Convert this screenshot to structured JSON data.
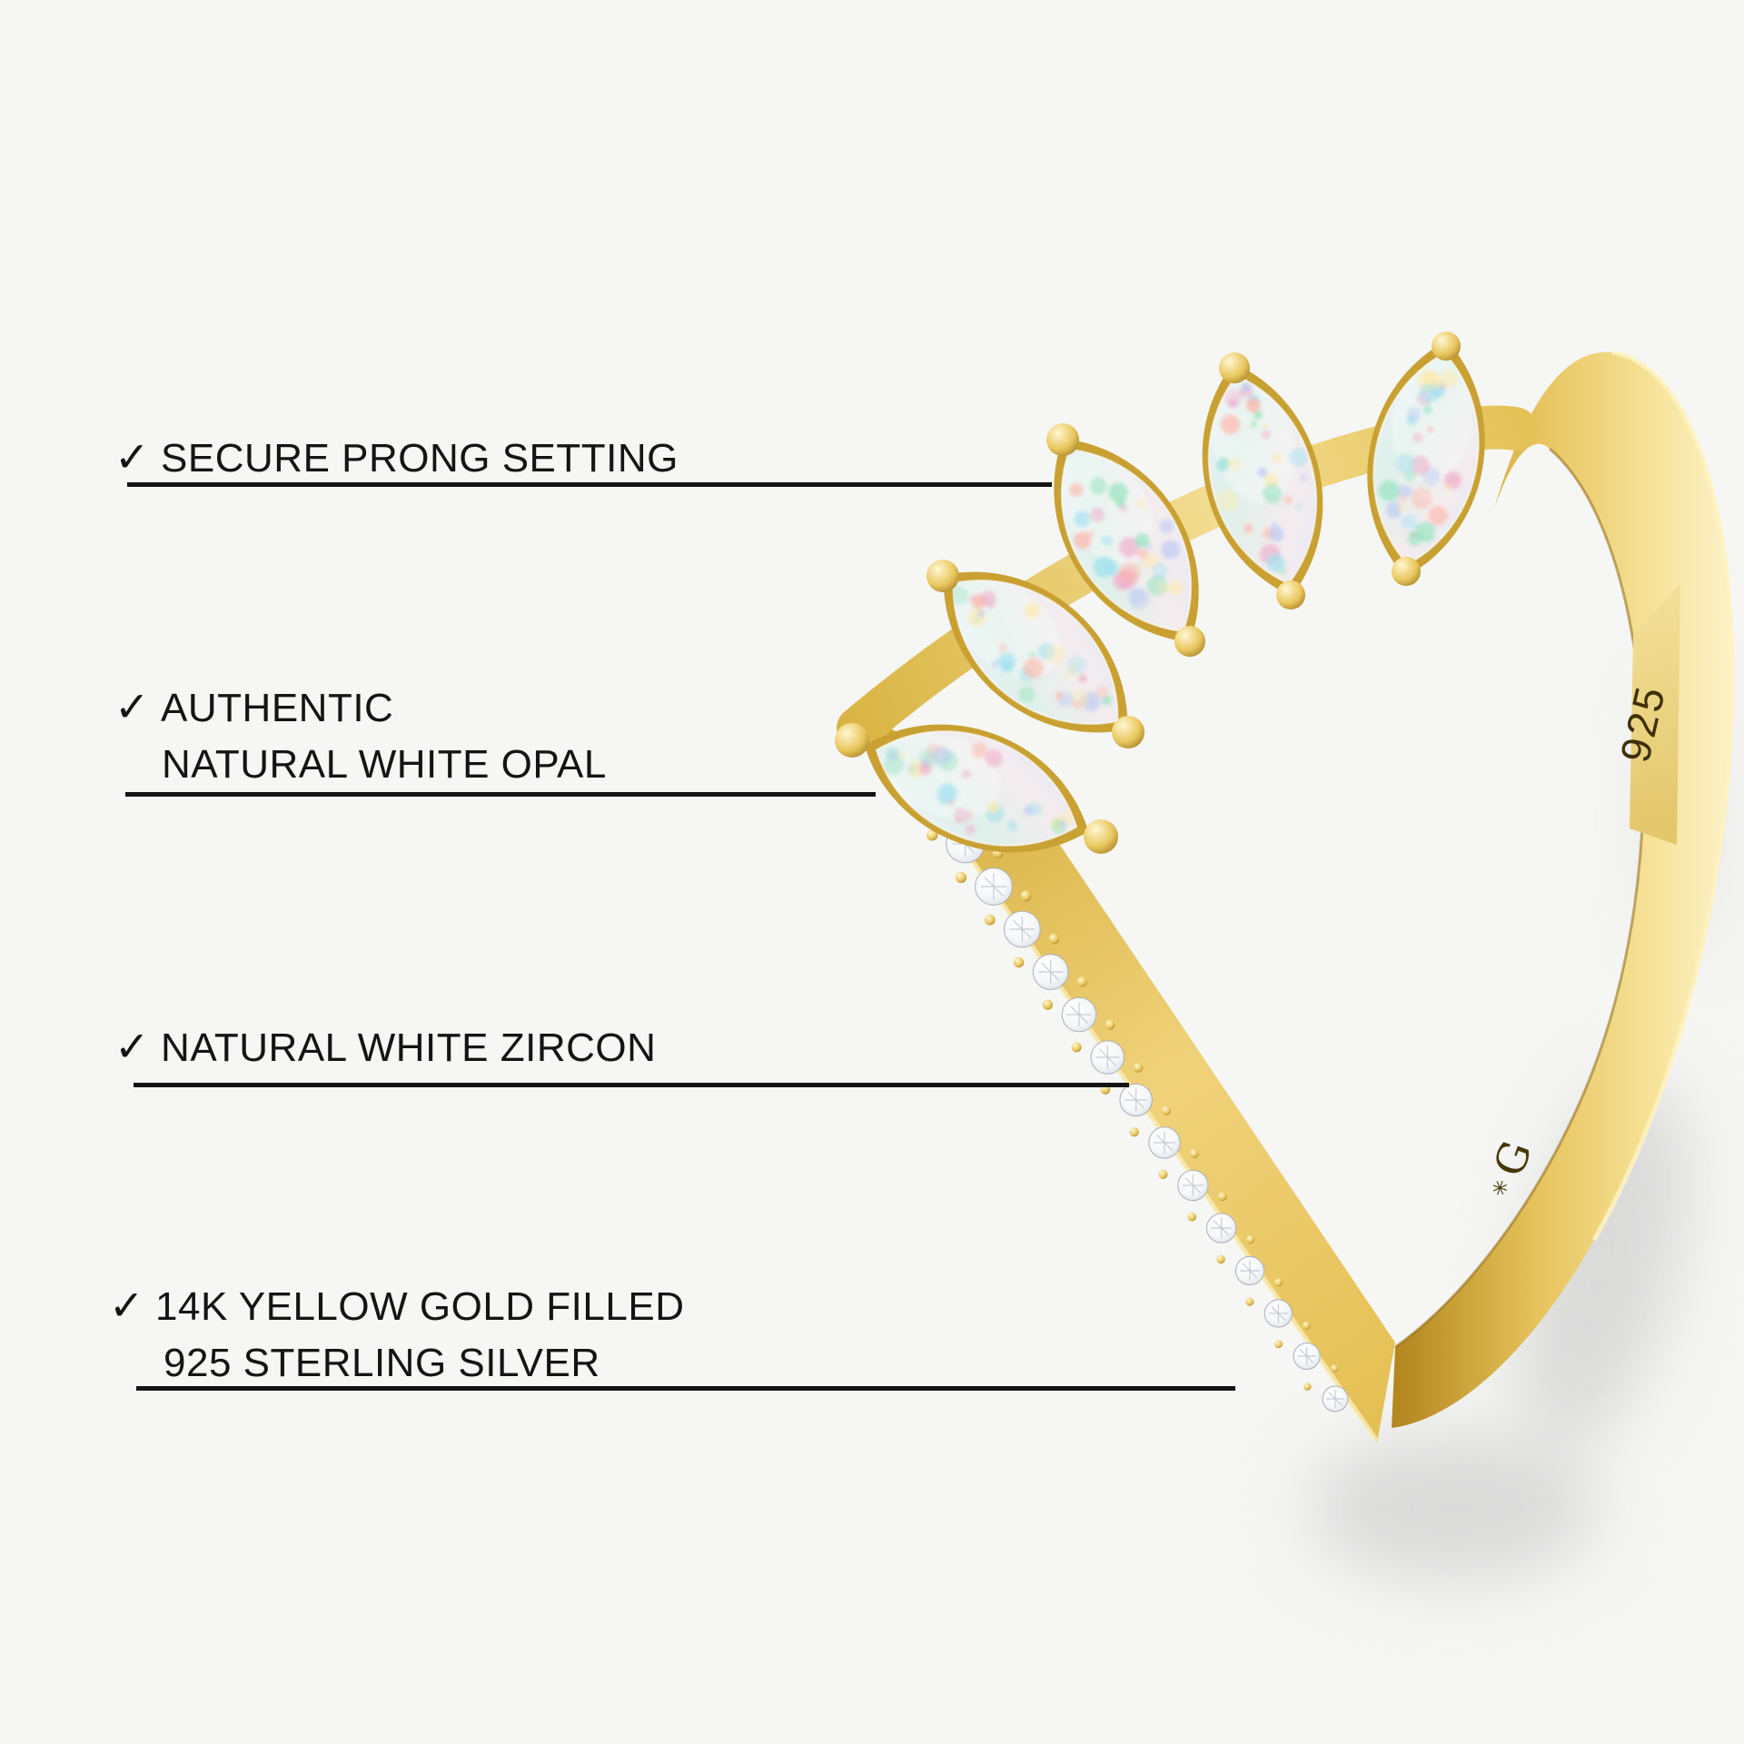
{
  "check_glyph": "✓",
  "features": [
    {
      "label_lines": [
        "SECURE PRONG SETTING",
        ""
      ]
    },
    {
      "label_lines": [
        "AUTHENTIC",
        "NATURAL WHITE OPAL"
      ]
    },
    {
      "label_lines": [
        "NATURAL WHITE ZIRCON",
        ""
      ]
    },
    {
      "label_lines": [
        "14K YELLOW GOLD FILLED",
        "925 STERLING SILVER"
      ]
    }
  ],
  "ring": {
    "stamp": "925",
    "maker_mark": "G",
    "maker_mark_symbol": "✳",
    "opal_count": 5,
    "zircon_count": 16,
    "colors": {
      "background": "#f6f6f5",
      "text": "#141414",
      "gold_light": "#fdf3c9",
      "gold_mid": "#ecc95f",
      "gold_deep": "#b4871f",
      "opal_base": "#e9f0f8",
      "zircon": "#f2f4f7",
      "shadow": "#bdbdbd",
      "speckles": [
        "#ffb3a6",
        "#8fe3bd",
        "#b9c8f4",
        "#9fe0ef",
        "#ffe9a8",
        "#f0a9c9"
      ]
    }
  }
}
